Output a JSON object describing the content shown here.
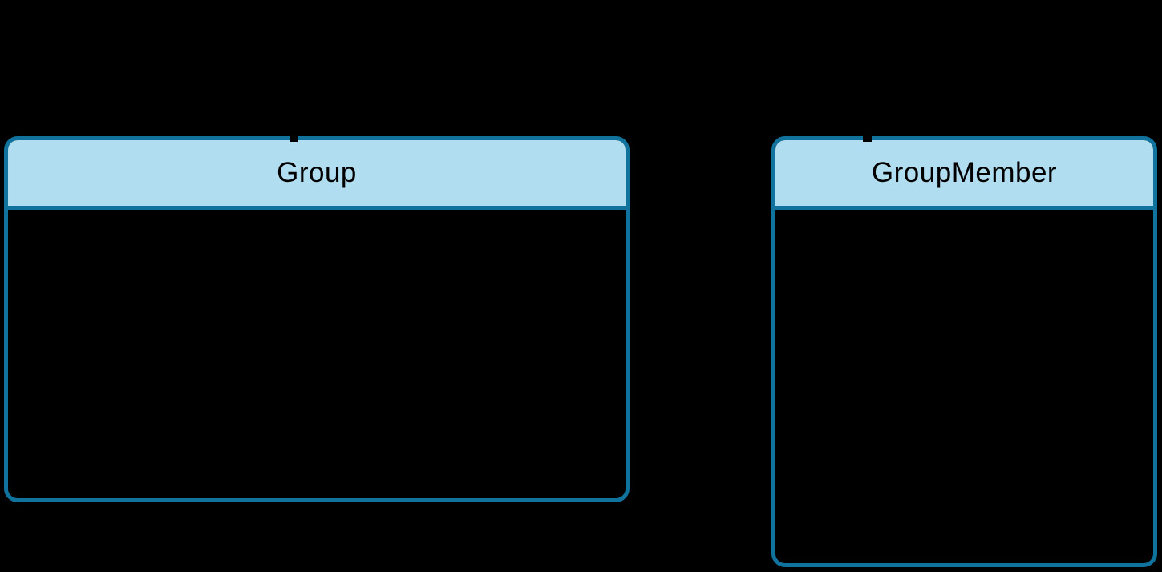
{
  "diagram": {
    "type": "entity-relationship-diagram",
    "background_color": "#000000",
    "colors": {
      "entity_border": "#10739E",
      "entity_header_fill": "#B1DDF0",
      "entity_title_text": "#000000",
      "entity_body_fill": "#000000"
    },
    "entities": [
      {
        "title": "Group"
      },
      {
        "title": "GroupMember"
      }
    ]
  }
}
